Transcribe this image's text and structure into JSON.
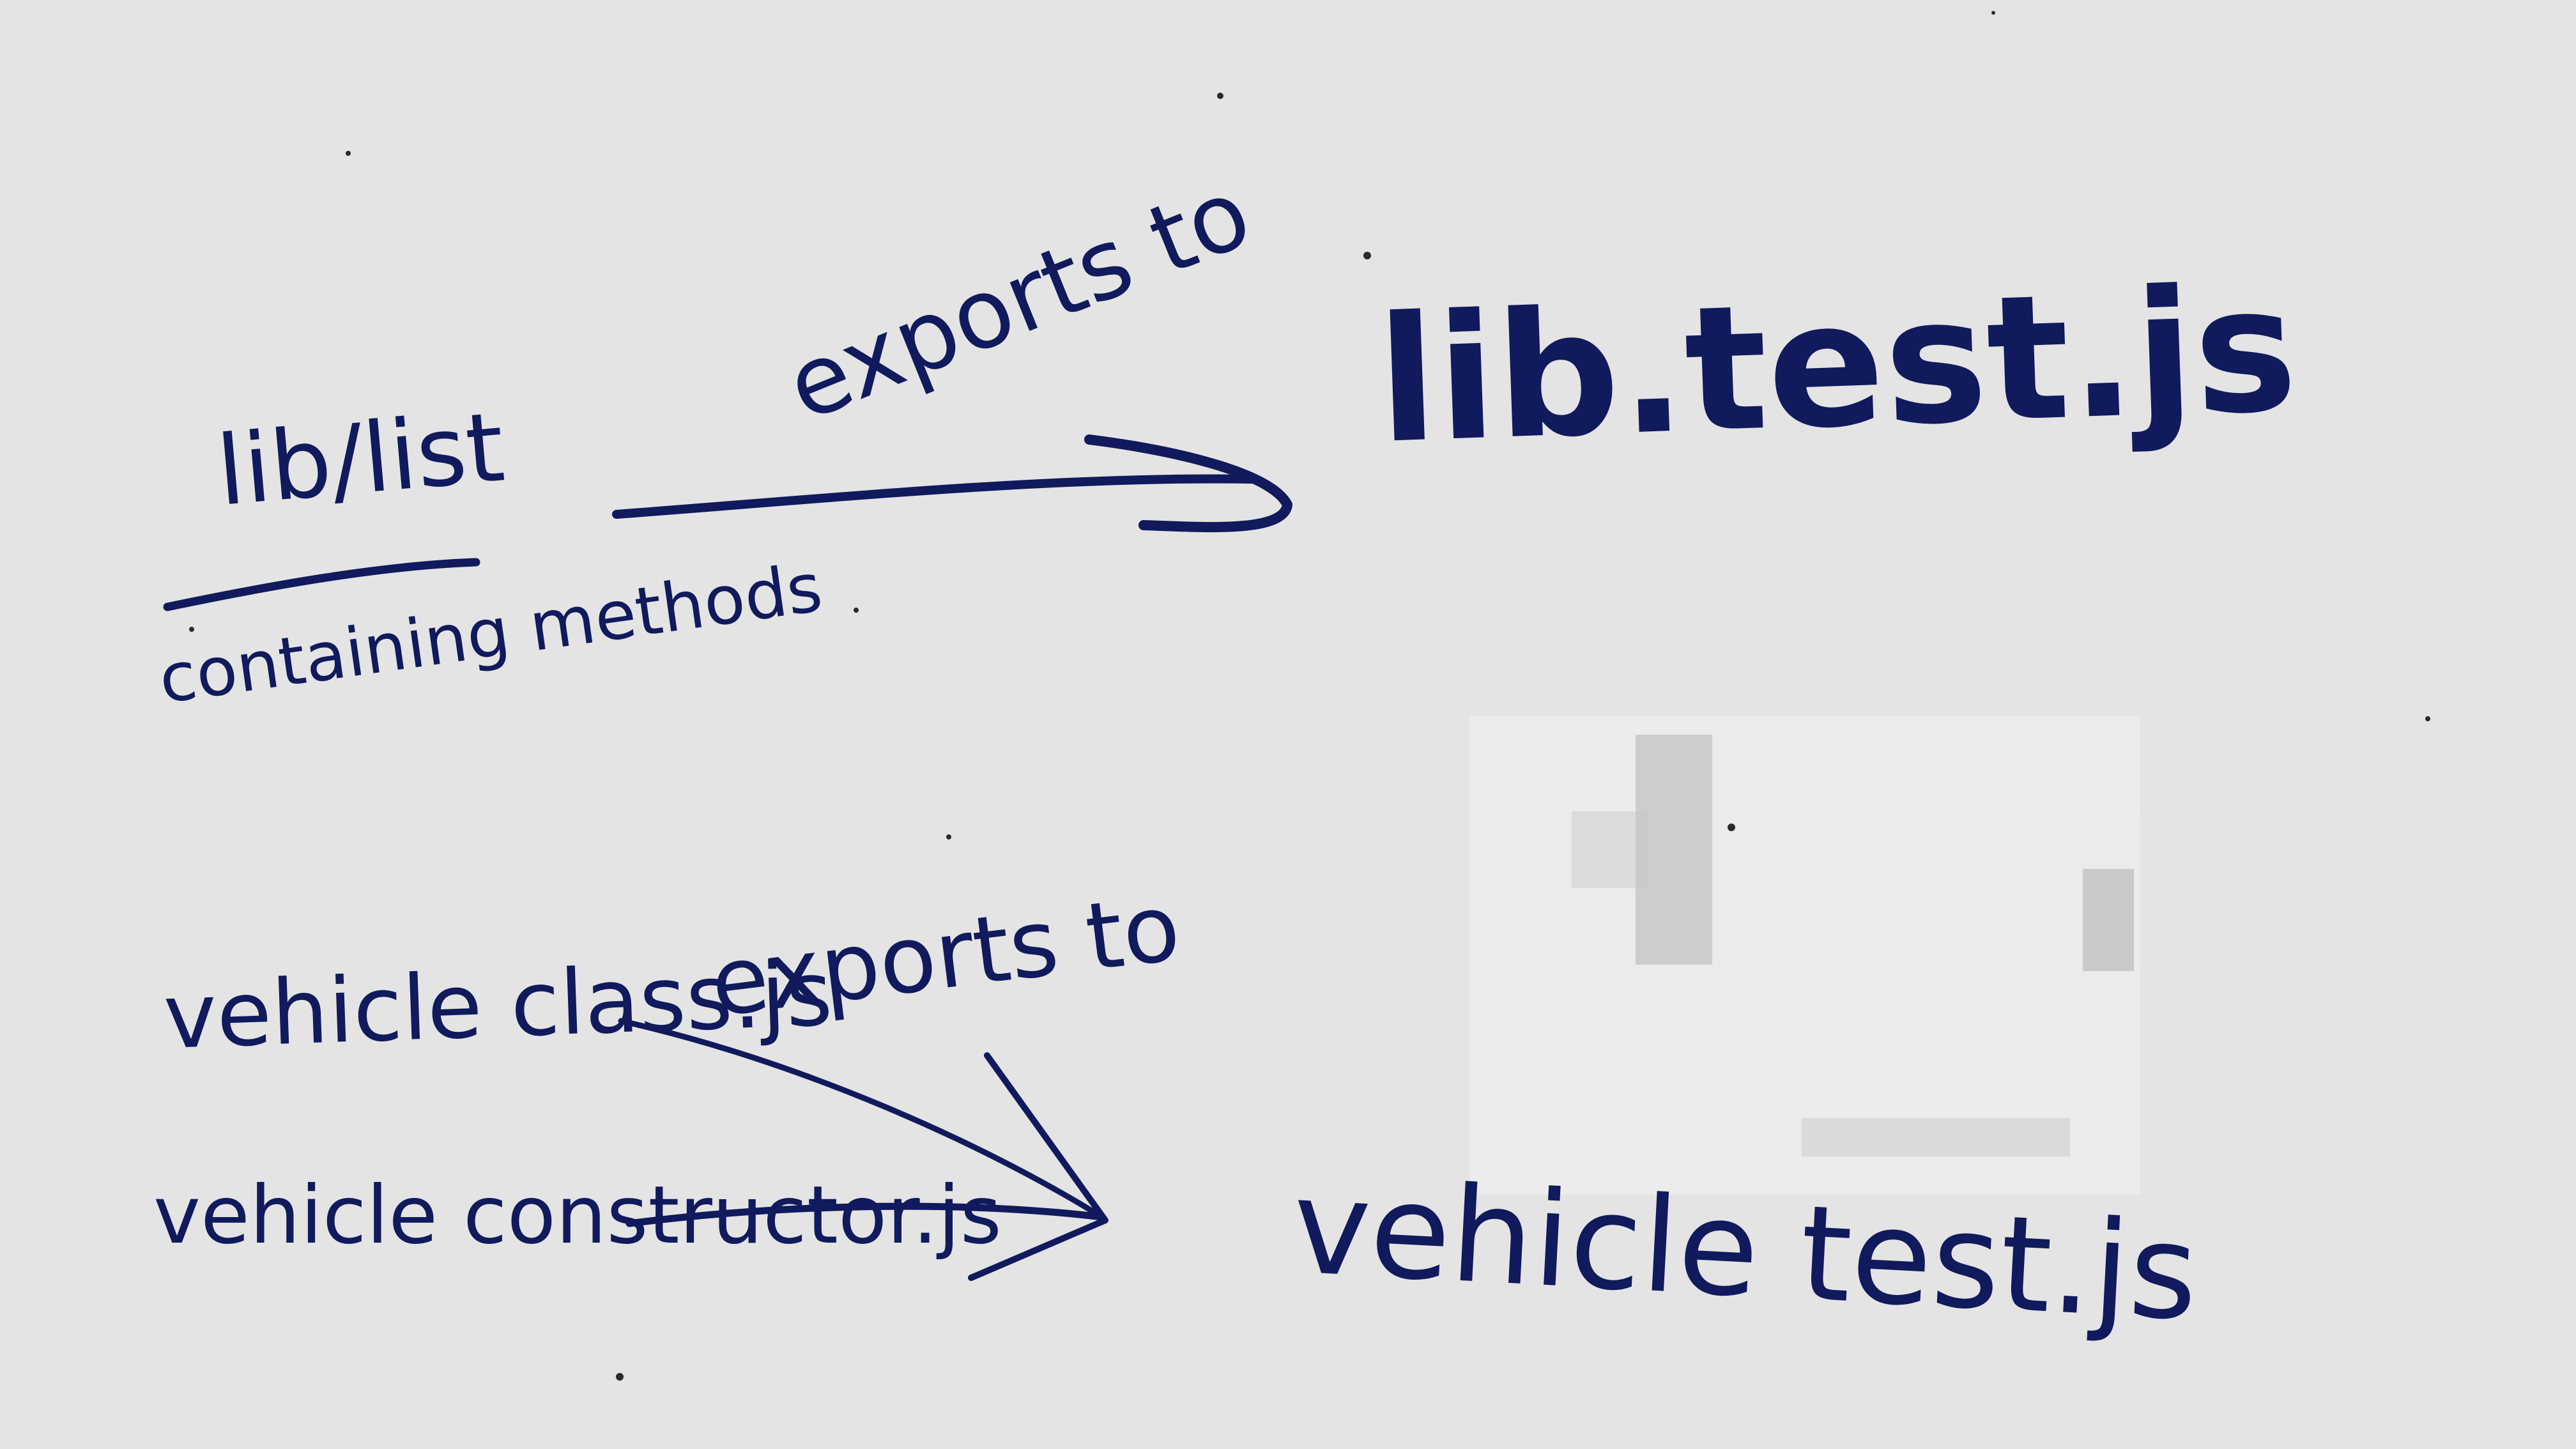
{
  "board": {
    "background": "#e4e4e4",
    "ink_color": "#101a5c",
    "smudge_color": "#9a9a9a"
  },
  "top_group": {
    "source_label": "lib/list",
    "source_sublabel": "containing methods",
    "arrow_label": "exports to",
    "target_label": "lib.test.js"
  },
  "bottom_group": {
    "source_1_label": "vehicle class.js",
    "source_2_label": "vehicle constructor.js",
    "arrow_label": "exports to",
    "target_label": "vehicle test.js"
  }
}
